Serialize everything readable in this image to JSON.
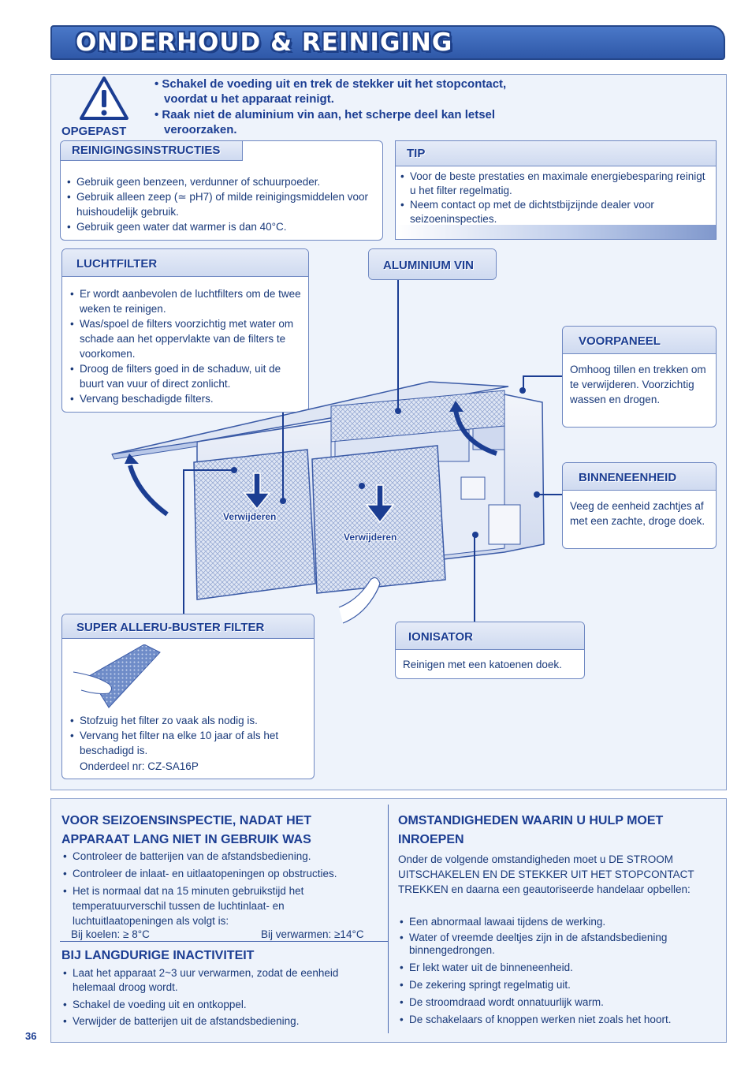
{
  "page": {
    "title": "ONDERHOUD & REINIGING",
    "page_number": "36"
  },
  "warning": {
    "label": "OPGEPAST",
    "lines": [
      "• Schakel de voeding uit en trek de stekker uit het stopcontact,",
      "voordat u het apparaat reinigt.",
      "• Raak niet de aluminium vin aan, het scherpe deel kan letsel",
      "veroorzaken."
    ]
  },
  "cleaning": {
    "title": "REINIGINGSINSTRUCTIES",
    "items": [
      "Gebruik geen benzeen, verdunner of schuurpoeder.",
      "Gebruik alleen zeep (≃ pH7) of milde reinigingsmiddelen voor huishoudelijk gebruik.",
      "Gebruik geen water dat warmer is dan 40°C."
    ]
  },
  "tip": {
    "title": "TIP",
    "items": [
      "Voor de beste prestaties en maximale energiebesparing reinigt u het filter regelmatig.",
      "Neem contact op met de dichtstbijzijnde dealer voor seizoeninspecties."
    ]
  },
  "luchtfilter": {
    "title": "LUCHTFILTER",
    "items": [
      "Er wordt aanbevolen de luchtfilters om de twee weken te reinigen.",
      "Was/spoel de filters voorzichtig met water om schade aan het oppervlakte van de filters te voorkomen.",
      "Droog de filters goed in de schaduw, uit de buurt van vuur of direct zonlicht.",
      "Vervang beschadigde filters."
    ]
  },
  "aluminium": {
    "title": "ALUMINIUM VIN"
  },
  "voorpaneel": {
    "title": "VOORPANEEL",
    "text": "Omhoog tillen en trekken om te verwijderen. Voorzichtig wassen en drogen."
  },
  "binneneenheid": {
    "title": "BINNENEENHEID",
    "text": "Veeg de eenheid zachtjes af met een zachte, droge doek."
  },
  "ionisator": {
    "title": "IONISATOR",
    "text": "Reinigen met een katoenen doek."
  },
  "illustration": {
    "remove_label_1": "Verwijderen",
    "remove_label_2": "Verwijderen"
  },
  "superfilter": {
    "title": "SUPER ALLERU-BUSTER FILTER",
    "items": [
      "Stofzuig het filter zo vaak als nodig is.",
      "Vervang het filter na elke 10 jaar of als het beschadigd is."
    ],
    "part": "Onderdeel nr: CZ-SA16P"
  },
  "seasonal": {
    "title_line1": "VOOR SEIZOENSINSPECTIE, NADAT HET",
    "title_line2": "APPARAAT LANG NIET IN GEBRUIK WAS",
    "items": [
      "Controleer de batterijen van de afstandsbediening.",
      "Controleer de inlaat- en uitlaatopeningen op obstructies.",
      "Het is normaal dat na 15 minuten gebruikstijd het temperatuurverschil tussen de luchtinlaat- en luchtuitlaatopeningen als volgt is:"
    ],
    "cooling": "Bij koelen: ≥ 8°C",
    "heating": "Bij verwarmen: ≥14°C"
  },
  "inactivity": {
    "title": "BIJ LANGDURIGE INACTIVITEIT",
    "items": [
      "Laat het apparaat 2~3 uur verwarmen, zodat de eenheid helemaal droog wordt.",
      "Schakel de voeding uit en ontkoppel.",
      "Verwijder de batterijen uit de afstandsbediening."
    ]
  },
  "help": {
    "title_line1": "OMSTANDIGHEDEN WAARIN U HULP MOET",
    "title_line2": "INROEPEN",
    "intro": "Onder de volgende omstandigheden moet u DE STROOM UITSCHAKELEN EN DE STEKKER UIT HET STOPCONTACT TREKKEN en daarna een geautoriseerde handelaar opbellen:",
    "items": [
      "Een abnormaal lawaai tijdens de werking.",
      "Water of vreemde deeltjes zijn in de afstandsbediening binnengedrongen.",
      "Er lekt water uit de binneneenheid.",
      "De zekering springt regelmatig uit.",
      "De stroomdraad wordt onnatuurlijk warm.",
      "De schakelaars of knoppen werken niet zoals het hoort."
    ]
  },
  "colors": {
    "primary": "#1b3d92",
    "panel_bg": "#eef3fb",
    "title_bg": "#3a66b8"
  }
}
